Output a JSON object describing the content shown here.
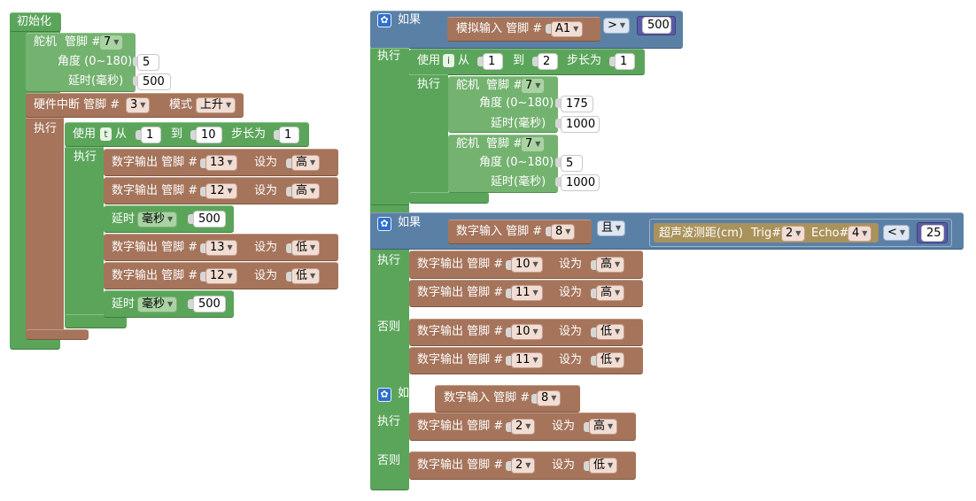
{
  "l": {
    "init": "初始化",
    "servo": "舵机",
    "pin": "管脚 #",
    "angle": "角度 (0~180)",
    "delay_ms": "延时(毫秒)",
    "hw_interrupt": "硬件中断 管脚 #",
    "mode": "模式",
    "do": "执行",
    "use": "使用",
    "from": "从",
    "to": "到",
    "step": "步长为",
    "dwrite": "数字输出 管脚 #",
    "set_to": "设为",
    "delay": "延时",
    "if": "如果",
    "else": "否则",
    "ainput": "模拟输入 管脚 #",
    "dinput": "数字输入 管脚 #",
    "and": "且",
    "ultra": "超声波测距(cm)",
    "trig": "Trig#",
    "echo": "Echo#",
    "gt": ">",
    "lt": "<"
  },
  "v": {
    "pin7": "7",
    "angle5": "5",
    "d500": "500",
    "pin3": "3",
    "rising": "上升",
    "var_t": "t",
    "from1": "1",
    "to10": "10",
    "step1": "1",
    "p13": "13",
    "p12": "12",
    "high": "高",
    "low": "低",
    "ms": "毫秒",
    "a1": "A1",
    "cmp500": "500",
    "var_i": "i",
    "to2": "2",
    "ang175": "175",
    "d1000": "1000",
    "p8": "8",
    "trig2": "2",
    "echo4": "4",
    "n25": "25",
    "p10": "10",
    "p11": "11",
    "p2": "2"
  }
}
